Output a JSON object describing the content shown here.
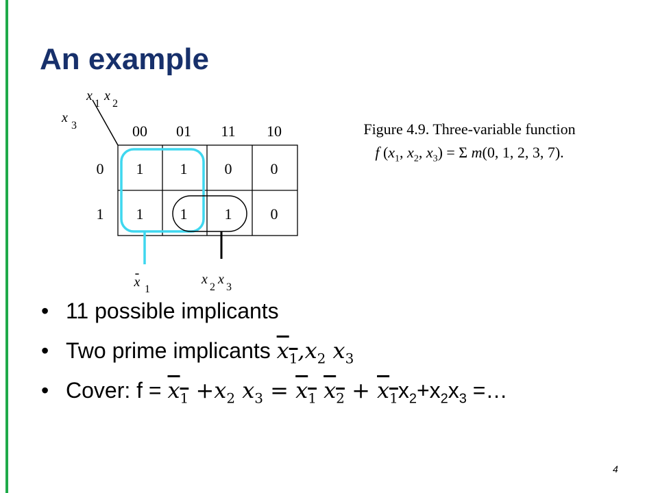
{
  "slide": {
    "title": "An example",
    "page_number": "4"
  },
  "kmap": {
    "col_var_1": "x",
    "col_sub_1": "1",
    "col_var_2": "x",
    "col_sub_2": "2",
    "row_var": "x",
    "row_sub": "3",
    "col_headers": [
      "00",
      "01",
      "11",
      "10"
    ],
    "row_headers": [
      "0",
      "1"
    ],
    "cells": [
      [
        "1",
        "1",
        "0",
        "0"
      ],
      [
        "1",
        "1",
        "1",
        "0"
      ]
    ],
    "label_x1bar_var": "x",
    "label_x1bar_sub": "1",
    "label_x2x3_var1": "x",
    "label_x2x3_sub1": "2",
    "label_x2x3_var2": "x",
    "label_x2x3_sub2": "3",
    "group_color": "#3fd7ef",
    "overline_char": "-"
  },
  "caption": {
    "line1": "Figure 4.9.   Three-variable function",
    "f": "f",
    "open": " (",
    "x": "x",
    "s1": "1",
    "comma1": ", ",
    "s2": "2",
    "comma2": ", ",
    "s3": "3",
    "eq": ") = Σ ",
    "m": "m",
    "rest": "(0, 1, 2, 3, 7)."
  },
  "bullets": {
    "b1": "11 possible implicants",
    "b2_text": "Two prime implicants ",
    "b3_text": "Cover: f = ",
    "bullet_char": "•",
    "x": "x",
    "s1": "1",
    "s2": "2",
    "s3": "3",
    "comma": ",",
    "plus": "+",
    "eq": "=",
    "ellipsis": " =…"
  }
}
